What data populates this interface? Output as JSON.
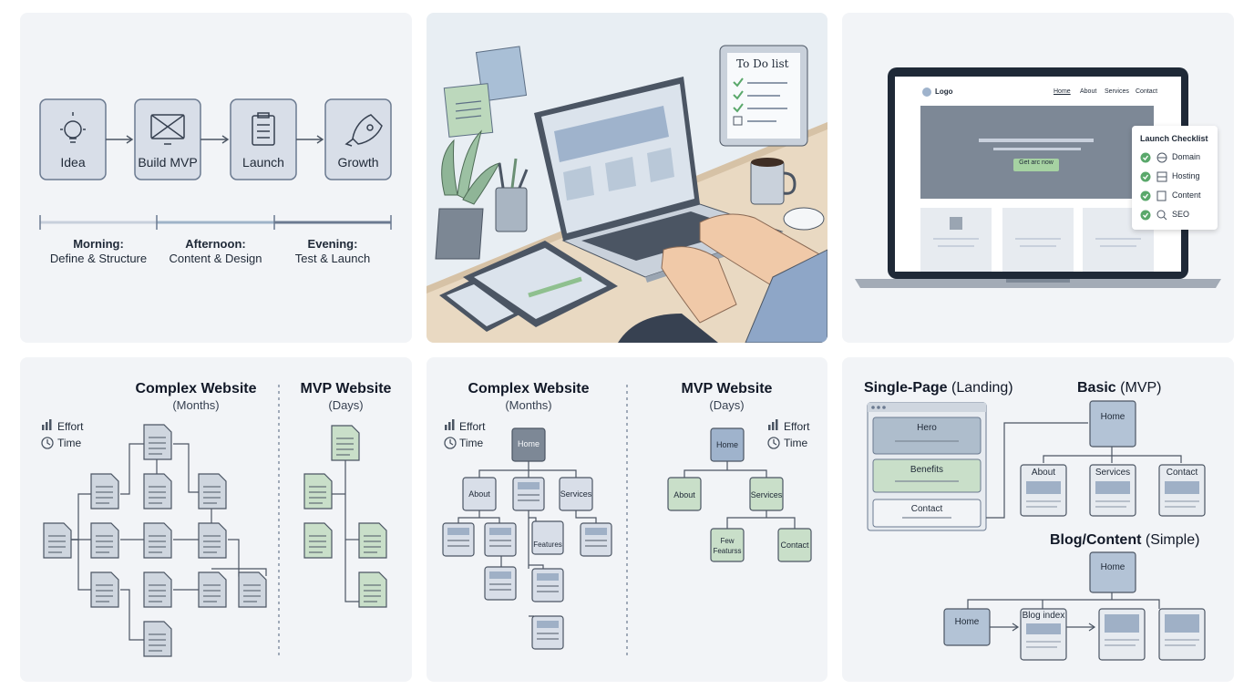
{
  "panel1": {
    "steps": [
      "Idea",
      "Build MVP",
      "Launch",
      "Growth"
    ],
    "phases": [
      {
        "title": "Morning:",
        "desc": "Define & Structure"
      },
      {
        "title": "Afternoon:",
        "desc": "Content & Design"
      },
      {
        "title": "Evening:",
        "desc": "Test & Launch"
      }
    ]
  },
  "panel2": {
    "todo_title": "To Do list"
  },
  "panel3": {
    "logo": "Logo",
    "nav": [
      "Home",
      "About",
      "Services",
      "Contact"
    ],
    "hero_button": "Get arc now",
    "checklist_title": "Launch Checklist",
    "checklist": [
      "Domain",
      "Hosting",
      "Content",
      "SEO"
    ]
  },
  "panel4": {
    "complex_title": "Complex Website",
    "complex_sub": "(Months)",
    "mvp_title": "MVP Website",
    "mvp_sub": "(Days)",
    "legend_effort": "Effort",
    "legend_time": "Time"
  },
  "panel5": {
    "complex_title": "Complex Website",
    "complex_sub": "(Months)",
    "mvp_title": "MVP Website",
    "mvp_sub": "(Days)",
    "legend_effort": "Effort",
    "legend_time": "Time",
    "complex_nodes": {
      "home": "Home",
      "about": "About",
      "services": "Services",
      "features": "Features"
    },
    "mvp_nodes": {
      "home": "Home",
      "about": "About",
      "services": "Services",
      "few": "Few Featurss",
      "contact": "Contact"
    }
  },
  "panel6": {
    "single_title": "Single-Page",
    "single_sub": "(Landing)",
    "single_sections": [
      "Hero",
      "Benefits",
      "Contact"
    ],
    "basic_title": "Basic",
    "basic_sub": "(MVP)",
    "basic_nodes": {
      "home": "Home",
      "about": "About",
      "services": "Services",
      "contact": "Contact"
    },
    "blog_title": "Blog/Content",
    "blog_sub": "(Simple)",
    "blog_nodes": {
      "home_top": "Home",
      "home_left": "Home",
      "blog_index": "Blog index"
    }
  },
  "colors": {
    "panel_bg": "#f2f4f7",
    "node_blue": "#9fb0c6",
    "node_green": "#c9dfc9",
    "accent_green": "#5aa86b",
    "text_dark": "#111827"
  }
}
